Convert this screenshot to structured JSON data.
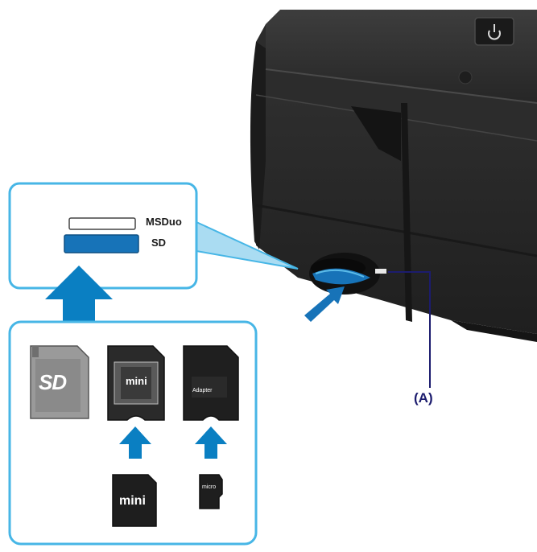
{
  "slot_panel": {
    "msduo_label": "MSDuo",
    "sd_label": "SD"
  },
  "callout": {
    "led_label": "(A)"
  },
  "cards": {
    "sd_card_logo": "SD",
    "minisd_adapter_text": "mini",
    "minisd_card_text": "mini",
    "microsd_adapter_text": "Adapter",
    "microsd_card_text": "micro"
  },
  "colors": {
    "panel_border": "#47b6e6",
    "arrow_blue": "#0a7fc2",
    "slot_blue": "#1773b8",
    "printer_body": "#2a2a2a",
    "callout_line": "#1c1c6e",
    "card_gray": "#8a8a8a"
  },
  "icons": [
    "power-icon",
    "up-arrow-icon",
    "insert-arrow-icon"
  ]
}
